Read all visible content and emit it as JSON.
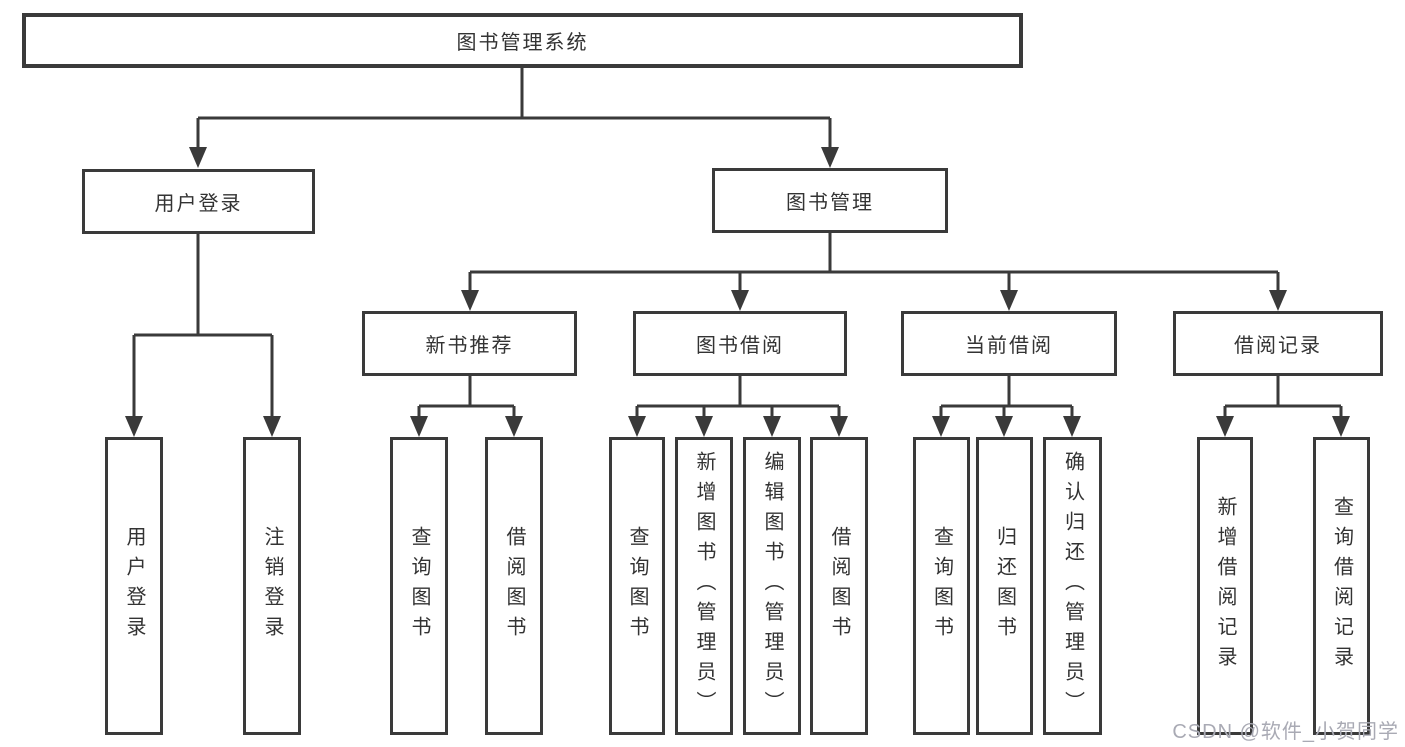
{
  "tree": {
    "root": "图书管理系统",
    "branches": {
      "user": "用户登录",
      "books": "图书管理"
    },
    "modules": [
      "新书推荐",
      "图书借阅",
      "当前借阅",
      "借阅记录"
    ],
    "leaves": [
      "用户登录",
      "注销登录",
      "查询图书",
      "借阅图书",
      "查询图书",
      "新增图书（管理员）",
      "编辑图书（管理员）",
      "借阅图书",
      "查询图书",
      "归还图书",
      "确认归还（管理员）",
      "新增借阅记录",
      "查询借阅记录"
    ]
  },
  "watermark": {
    "text": "CSDN @软件_小贺同学"
  },
  "colors": {
    "line": "#3a3a3a",
    "text": "#333333",
    "watermark": "#a9aab4",
    "background": "#ffffff"
  }
}
